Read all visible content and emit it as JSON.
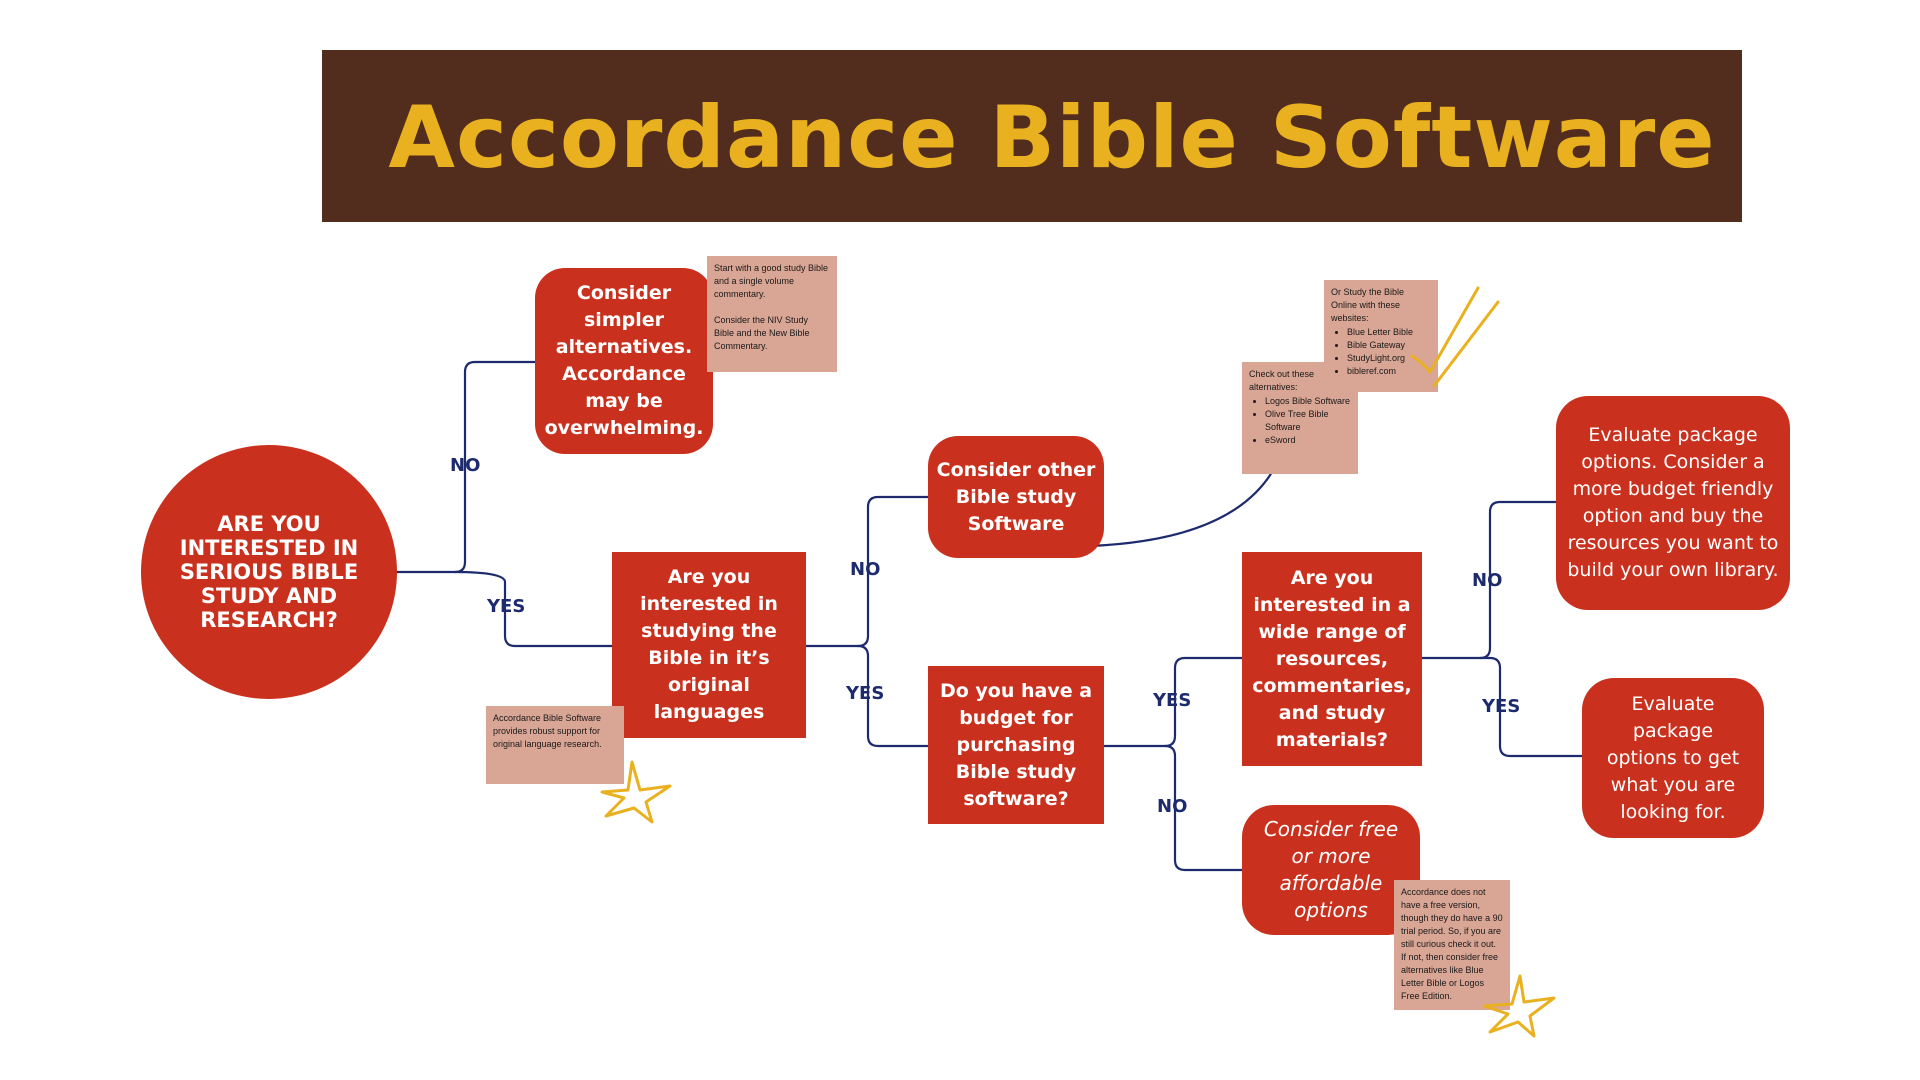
{
  "title": "Accordance Bible Software",
  "colors": {
    "banner": "#522d1e",
    "title": "#e9b11f",
    "node": "#c9311e",
    "note": "#d9a594",
    "connector": "#1d2b6e"
  },
  "start_question": "ARE YOU INTERESTED IN SERIOUS BIBLE STUDY AND RESEARCH?",
  "nodes": {
    "simpler": "Consider simpler alternatives. Accordance may be overwhelming.",
    "languages": "Are you interested in studying the Bible in it’s original languages",
    "other_software": "Consider other Bible study Software",
    "budget": "Do you have a budget for purchasing Bible study software?",
    "resources": "Are you interested in a wide range of resources, commentaries, and study materials?",
    "free": "Consider free or more affordable options",
    "evaluate_budget": "Evaluate package options. Consider a more budget friendly option and buy the resources you want to build your own library.",
    "evaluate": "Evaluate package options to get what you are looking for."
  },
  "labels": {
    "no_1": "NO",
    "yes_1": "YES",
    "no_2": "NO",
    "yes_2": "YES",
    "yes_3": "YES",
    "no_3": "NO",
    "no_4": "NO",
    "yes_4": "YES"
  },
  "notes": {
    "study_bible": {
      "line1": "Start with a good study Bible and a single volume commentary.",
      "line2": "Consider the NIV Study Bible and the New Bible Commentary."
    },
    "websites": {
      "intro": "Or Study the Bible Online with these websites:",
      "items": [
        "Blue Letter Bible",
        "Bible Gateway",
        "StudyLight.org",
        "bibleref.com"
      ]
    },
    "alternatives": {
      "intro": "Check out these alternatives:",
      "items": [
        "Logos Bible Software",
        "Olive Tree Bible Software",
        "eSword"
      ]
    },
    "original_language": "Accordance Bible Software provides robust support for original language research.",
    "free_version": "Accordance does not have a free version, though they do have a 90 trial period. So, if you are still curious check it out. If not, then consider free alternatives like Blue Letter Bible or Logos Free Edition."
  }
}
